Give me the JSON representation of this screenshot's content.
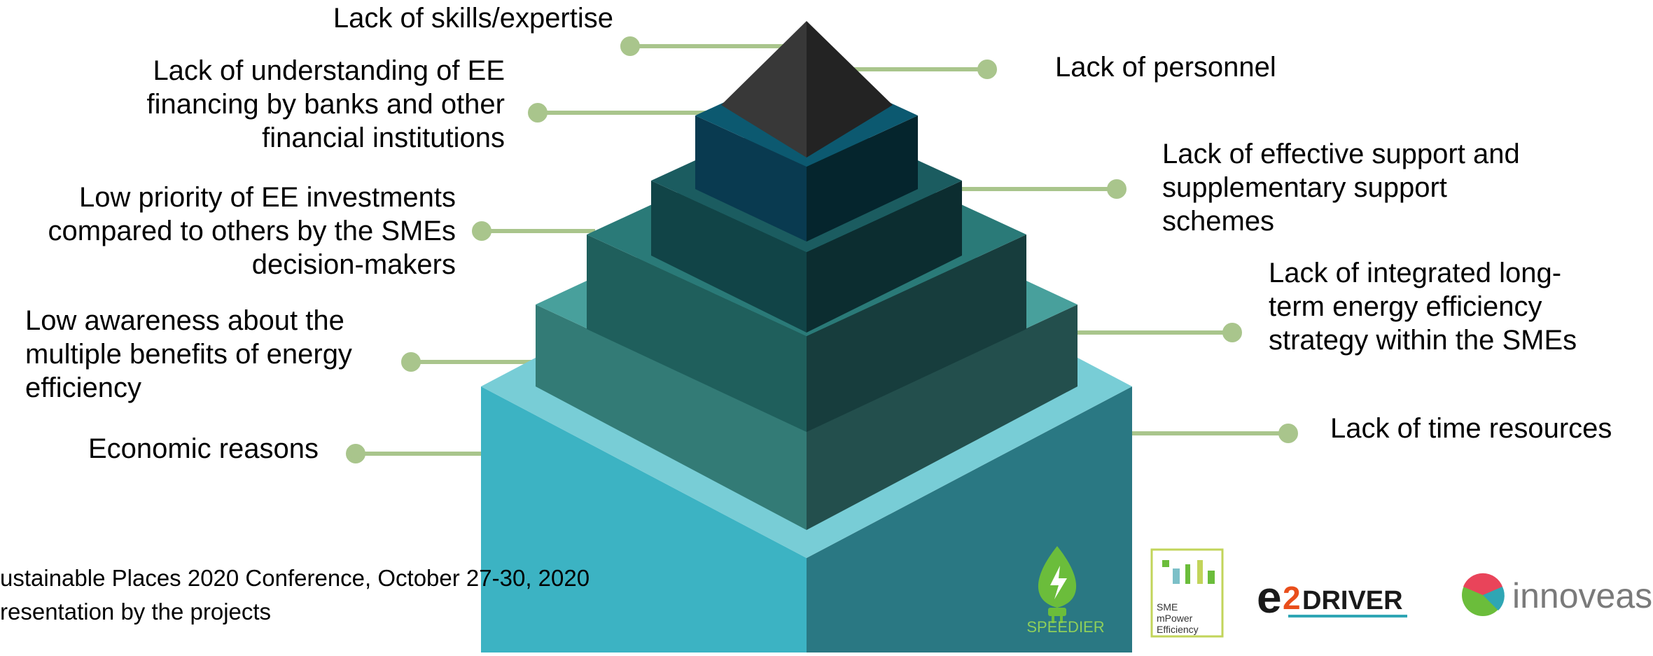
{
  "diagram": {
    "left_labels": [
      "Lack of skills/expertise",
      "Lack of understanding of EE\nfinancing by banks and other\nfinancial institutions",
      "Low priority of EE investments\ncompared to others by the SMEs\ndecision-makers",
      "Low awareness about the\nmultiple benefits of energy\nefficiency",
      "Economic reasons"
    ],
    "right_labels": [
      "Lack of personnel",
      "Lack of effective support and\nsupplementary support\nschemes",
      "Lack of integrated long-\nterm energy efficiency\nstrategy within the SMEs",
      "Lack of time resources"
    ]
  },
  "footer": {
    "text": "ustainable Places 2020 Conference, October 27-30, 2020\nresentation by the projects"
  },
  "logos": {
    "speedier": "SPEEDIER",
    "smempower": "SME\nmPower\nEfficiency",
    "e2driver_e": "e",
    "e2driver_2": "2",
    "e2driver_word": "DRIVER",
    "innoveas": "innoveas"
  },
  "colors": {
    "connector": "#a9c58c",
    "tier1": "#3db3c3",
    "tier2": "#348a84",
    "tier3": "#225f5c",
    "tier4": "#12454f",
    "tier5": "#083a50",
    "apex": "#2b2b2b",
    "logo_green": "#6bbd3b"
  }
}
